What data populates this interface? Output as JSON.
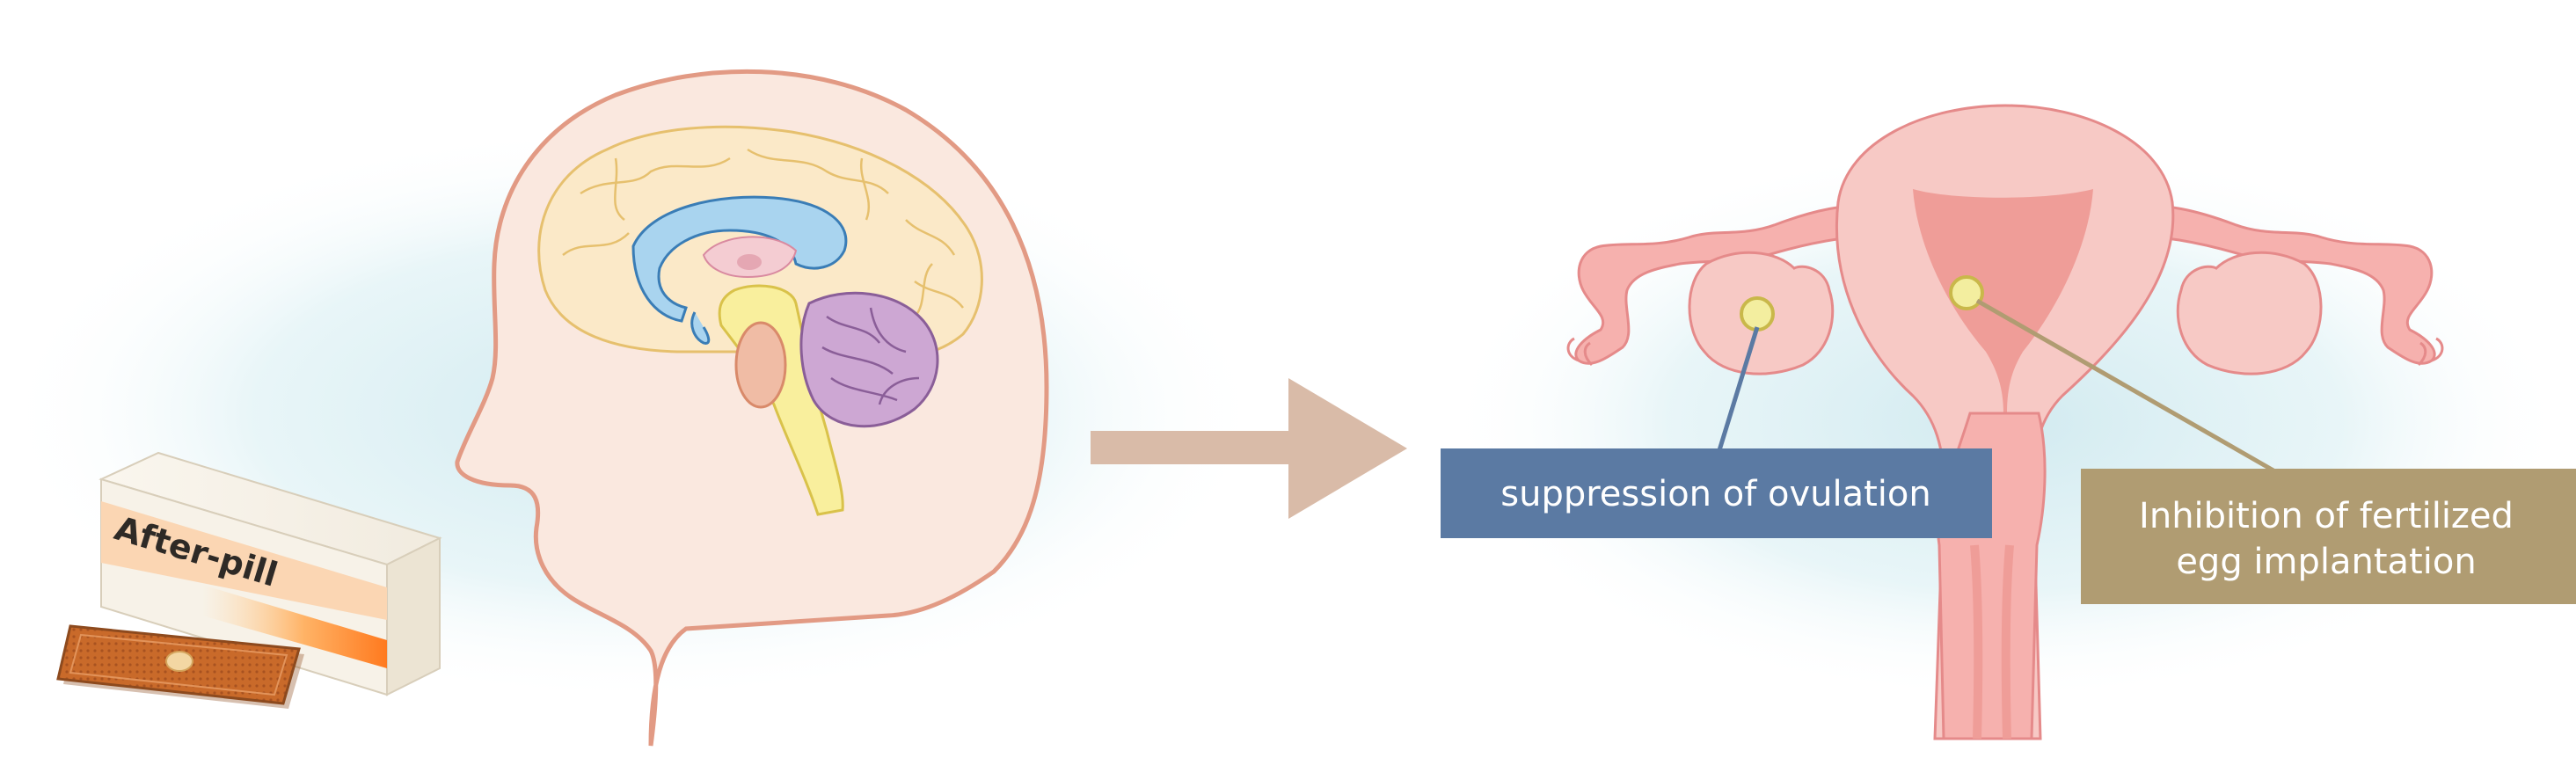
{
  "pill_box": {
    "label": "After-pill"
  },
  "labels": {
    "ovulation": "suppression of ovulation",
    "implantation_line1": "Inhibition of fertilized",
    "implantation_line2": "egg implantation"
  },
  "colors": {
    "ovulation_box": "#5b7aa3",
    "implantation_box": "#b09c72",
    "arrow": "#d9bba8",
    "skin": "#fae8df",
    "outline": "#e29a84",
    "uterus_fill": "#f5c4c0",
    "uterus_inner": "#ef9d98",
    "background_glow": "#cfe9ef"
  },
  "icons": [
    "pill-box-icon",
    "blister-pack-icon",
    "head-brain-icon",
    "right-arrow-icon",
    "uterus-icon"
  ]
}
